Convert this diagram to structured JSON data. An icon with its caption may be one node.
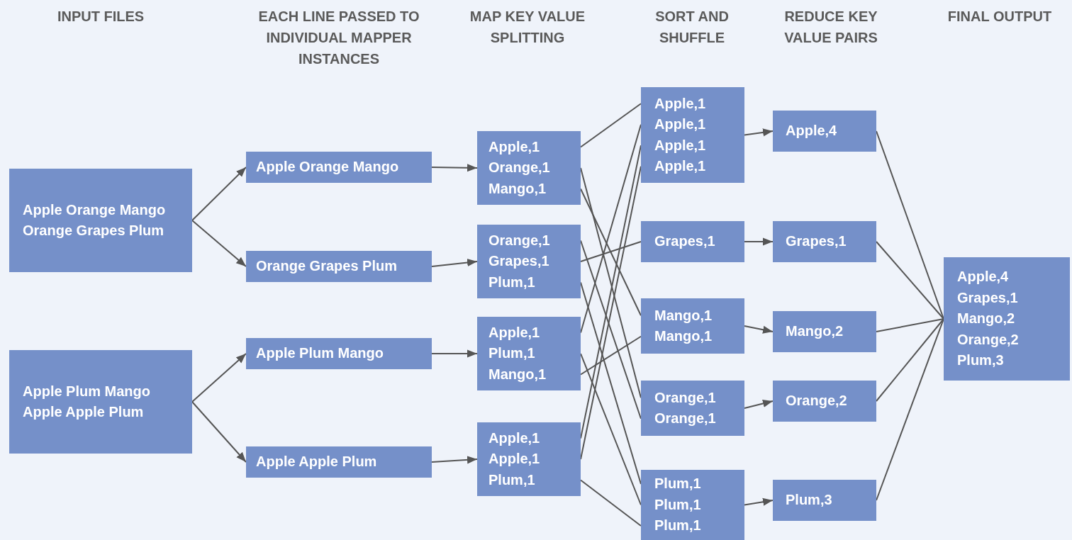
{
  "diagram": {
    "nodes": [
      {
        "text": [
          "Apple Orange Mango",
          "Orange Grapes Plum"
        ]
      },
      {
        "text": [
          "Apple Plum Mango",
          "Apple Apple Plum"
        ]
      },
      {
        "text": [
          "Apple Orange Mango"
        ]
      },
      {
        "text": [
          "Orange Grapes Plum"
        ]
      },
      {
        "text": [
          "Apple Plum Mango"
        ]
      },
      {
        "text": [
          "Apple Apple Plum"
        ]
      },
      {
        "text": [
          "Apple,1",
          "Orange,1",
          "Mango,1"
        ]
      },
      {
        "text": [
          "Orange,1",
          "Grapes,1",
          "Plum,1"
        ]
      },
      {
        "text": [
          "Apple,1",
          "Plum,1",
          "Mango,1"
        ]
      },
      {
        "text": [
          "Apple,1",
          "Apple,1",
          "Plum,1"
        ]
      },
      {
        "text": [
          "Apple,1",
          "Apple,1",
          "Apple,1",
          "Apple,1"
        ]
      },
      {
        "text": [
          "Grapes,1"
        ]
      },
      {
        "text": [
          "Mango,1",
          "Mango,1"
        ]
      },
      {
        "text": [
          "Orange,1",
          "Orange,1"
        ]
      },
      {
        "text": [
          "Plum,1",
          "Plum,1",
          "Plum,1"
        ]
      },
      {
        "text": [
          "Apple,4"
        ]
      },
      {
        "text": [
          "Grapes,1"
        ]
      },
      {
        "text": [
          "Mango,2"
        ]
      },
      {
        "text": [
          "Orange,2"
        ]
      },
      {
        "text": [
          "Plum,3"
        ]
      },
      {
        "text": [
          "Apple,4",
          "Grapes,1",
          "Mango,2",
          "Orange,2",
          "Plum,3"
        ]
      }
    ],
    "edges": [
      {
        "from": 0,
        "to": 2,
        "arrow": "to"
      },
      {
        "from": 0,
        "to": 3,
        "arrow": "to"
      },
      {
        "from": 1,
        "to": 4,
        "arrow": "to"
      },
      {
        "from": 1,
        "to": 5,
        "arrow": "to"
      },
      {
        "from": 2,
        "to": 6,
        "arrow": "to"
      },
      {
        "from": 3,
        "to": 7,
        "arrow": "to"
      },
      {
        "from": 4,
        "to": 8,
        "arrow": "to"
      },
      {
        "from": 5,
        "to": 9,
        "arrow": "to"
      },
      {
        "from": 6,
        "to": 10,
        "arrow": "none"
      },
      {
        "from": 6,
        "to": 13,
        "arrow": "none"
      },
      {
        "from": 6,
        "to": 12,
        "arrow": "none"
      },
      {
        "from": 7,
        "to": 13,
        "arrow": "none"
      },
      {
        "from": 7,
        "to": 11,
        "arrow": "none"
      },
      {
        "from": 7,
        "to": 14,
        "arrow": "none"
      },
      {
        "from": 8,
        "to": 10,
        "arrow": "none"
      },
      {
        "from": 8,
        "to": 14,
        "arrow": "none"
      },
      {
        "from": 8,
        "to": 12,
        "arrow": "none"
      },
      {
        "from": 9,
        "to": 10,
        "arrow": "none"
      },
      {
        "from": 9,
        "to": 10,
        "arrow": "none"
      },
      {
        "from": 9,
        "to": 14,
        "arrow": "none"
      },
      {
        "from": 10,
        "to": 15,
        "arrow": "to"
      },
      {
        "from": 11,
        "to": 16,
        "arrow": "to"
      },
      {
        "from": 12,
        "to": 17,
        "arrow": "to"
      },
      {
        "from": 13,
        "to": 18,
        "arrow": "to"
      },
      {
        "from": 14,
        "to": 19,
        "arrow": "to"
      },
      {
        "from": 15,
        "to": 20,
        "arrow": "none"
      },
      {
        "from": 16,
        "to": 20,
        "arrow": "none"
      },
      {
        "from": 17,
        "to": 20,
        "arrow": "none"
      },
      {
        "from": 18,
        "to": 20,
        "arrow": "none"
      },
      {
        "from": 19,
        "to": 20,
        "arrow": "none"
      }
    ],
    "labels": [
      "INPUT FILES",
      "EACH LINE PASSED TO INDIVIDUAL MAPPER INSTANCES",
      "MAP KEY VALUE SPLITTING",
      "SORT AND SHUFFLE",
      "REDUCE KEY VALUE PAIRS",
      "FINAL OUTPUT"
    ]
  }
}
